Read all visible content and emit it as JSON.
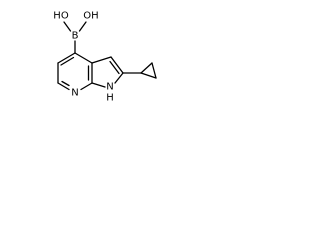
{
  "atoms": {
    "b": "B",
    "oh_left": "HO",
    "oh_right": "OH",
    "n_pyridine": "N",
    "nh_n": "N",
    "nh_h": "H"
  }
}
